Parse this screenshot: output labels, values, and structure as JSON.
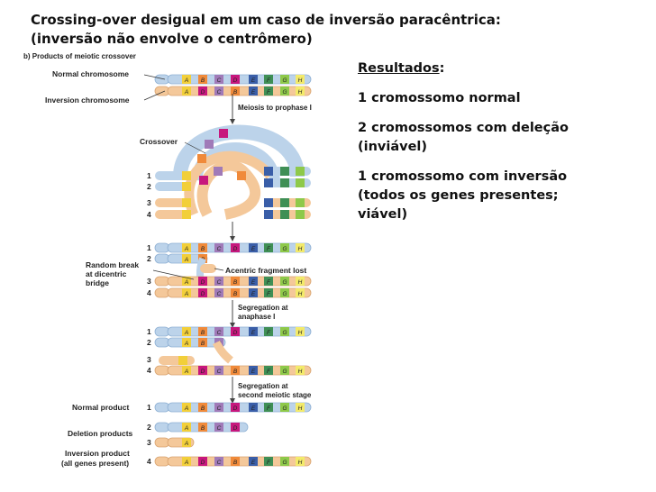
{
  "title_line1": "Crossing-over desigual em um caso de inversão paracêntrica:",
  "title_line2": "(inversão não envolve o centrômero)",
  "results": {
    "heading": "Resultados",
    "heading_suffix": ":",
    "items": [
      "1 cromossomo normal",
      "2 cromossomos com deleção\n(inviável)",
      "1 cromossomo com inversão\n(todos os genes presentes;\nviável)"
    ]
  },
  "figure": {
    "panel_title": "b) Products of meiotic crossover",
    "labels": {
      "normal_chromosome": "Normal chromosome",
      "inversion_chromosome": "Inversion chromosome",
      "meiosis": "Meiosis to prophase I",
      "crossover": "Crossover",
      "random_break": [
        "Random break",
        "at dicentric",
        "bridge"
      ],
      "acentric": "Acentric fragment lost",
      "segregation_anaphase": [
        "Segregation at",
        "anaphase I"
      ],
      "segregation_second": [
        "Segregation at",
        "second meiotic stage"
      ],
      "normal_product": "Normal product",
      "deletion_products": "Deletion products",
      "inversion_product": [
        "Inversion product",
        "(all genes present)"
      ]
    },
    "strand_numbers": [
      "1",
      "2",
      "3",
      "4"
    ],
    "genes_normal": [
      "A",
      "B",
      "C",
      "D",
      "E",
      "F",
      "G",
      "H"
    ],
    "genes_inversion": [
      "A",
      "D",
      "C",
      "B",
      "E",
      "F",
      "G",
      "H"
    ],
    "colors": {
      "blue": "#bcd3ea",
      "blue_edge": "#8eb0d4",
      "tan": "#f4c89a",
      "tan_edge": "#d9a471",
      "gene_A": "#f2cf3a",
      "gene_B": "#f08a3a",
      "gene_C": "#a07ab8",
      "gene_D": "#c7177d",
      "gene_E": "#3a5ea8",
      "gene_F": "#3f8f55",
      "gene_G": "#8ec94a",
      "gene_H": "#f3ea6a"
    }
  }
}
